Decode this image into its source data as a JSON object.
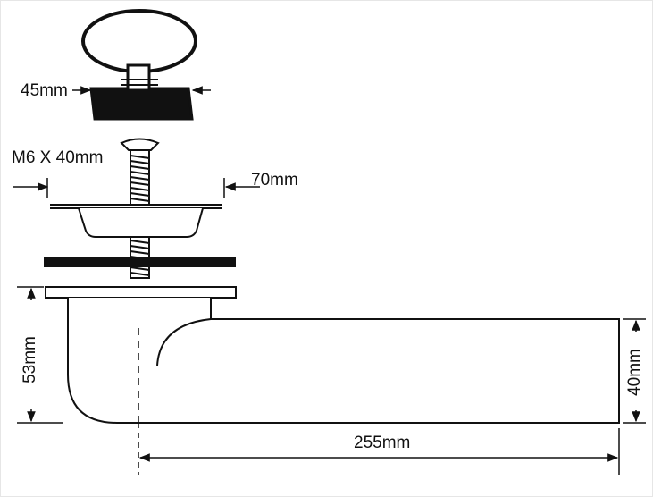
{
  "labels": {
    "plug_diameter": "45mm",
    "bolt": "M6 X 40mm",
    "flange_diameter": "70mm",
    "height_left": "53mm",
    "outlet_height": "40mm",
    "outlet_length": "255mm"
  },
  "colors": {
    "line": "#111111",
    "fill": "#111111",
    "background": "#ffffff"
  }
}
